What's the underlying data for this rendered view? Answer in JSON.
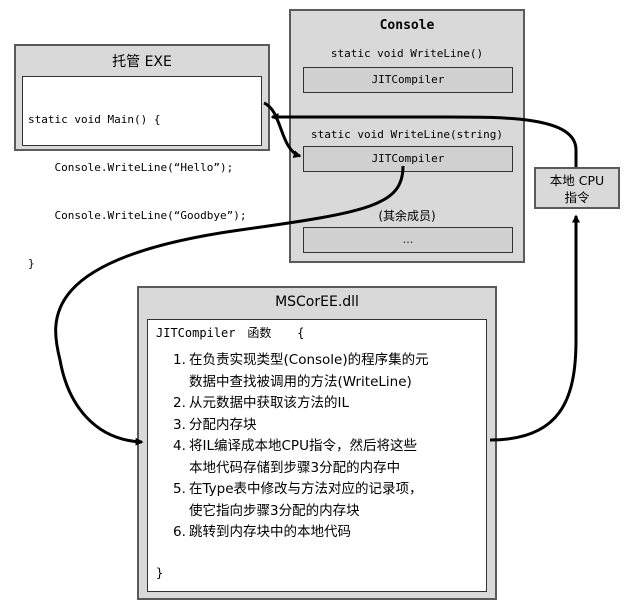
{
  "exe": {
    "title": "托管 EXE",
    "code": [
      "static void Main() {",
      "    Console.WriteLine(“Hello”);",
      "    Console.WriteLine(“Goodbye”);",
      "}"
    ]
  },
  "console": {
    "title": "Console",
    "method1_label": "static void WriteLine()",
    "method1_slot": "JITCompiler",
    "method2_label": "static void WriteLine(string)",
    "method2_slot": "JITCompiler",
    "others_label": "(其余成员)",
    "others_slot": "..."
  },
  "cpu": {
    "line1": "本地 CPU",
    "line2": "指令"
  },
  "mscoree": {
    "title": "MSCorEE.dll",
    "func_name": "JITCompiler",
    "func_word": "函数",
    "open_brace": "{",
    "close_brace": "}",
    "steps": [
      {
        "num": "1.",
        "lines": [
          "在负责实现类型(Console)的程序集的元",
          "数据中查找被调用的方法(WriteLine)"
        ]
      },
      {
        "num": "2.",
        "lines": [
          "从元数据中获取该方法的IL"
        ]
      },
      {
        "num": "3.",
        "lines": [
          "分配内存块"
        ]
      },
      {
        "num": "4.",
        "lines": [
          "将IL编译成本地CPU指令，然后将这些",
          "本地代码存储到步骤3分配的内存中"
        ]
      },
      {
        "num": "5.",
        "lines": [
          "在Type表中修改与方法对应的记录项，",
          "使它指向步骤3分配的内存块"
        ]
      },
      {
        "num": "6.",
        "lines": [
          "跳转到内存块中的本地代码"
        ]
      }
    ]
  }
}
